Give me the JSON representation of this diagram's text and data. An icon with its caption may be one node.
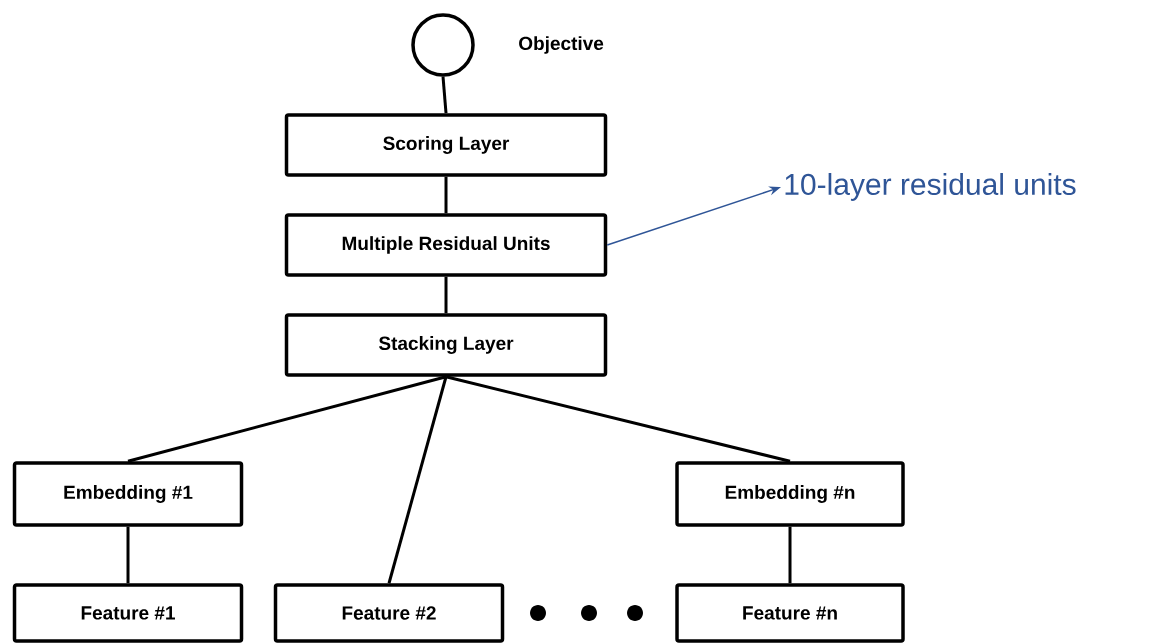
{
  "diagram": {
    "nodes": [
      {
        "text": [],
        "shape": "circle",
        "beside": [
          "Objective"
        ]
      },
      {
        "text": [
          "Scoring Layer"
        ]
      },
      {
        "text": [
          "Multiple Residual Units"
        ]
      },
      {
        "text": [
          "Stacking Layer"
        ]
      },
      {
        "text": [
          "Embedding #1"
        ]
      },
      {
        "text": [
          "Embedding #n"
        ]
      },
      {
        "text": [
          "Feature #1"
        ]
      },
      {
        "text": [
          "Feature #2"
        ]
      },
      {
        "text": [
          "Feature #n"
        ]
      },
      {
        "text": [
          "10-layer residual units"
        ]
      }
    ],
    "edges": [
      {
        "from": 0,
        "to": 1,
        "arrow": "none"
      },
      {
        "from": 1,
        "to": 2,
        "arrow": "none"
      },
      {
        "from": 2,
        "to": 3,
        "arrow": "none"
      },
      {
        "from": 3,
        "to": 4,
        "arrow": "none"
      },
      {
        "from": 3,
        "to": 7,
        "arrow": "none"
      },
      {
        "from": 3,
        "to": 5,
        "arrow": "none"
      },
      {
        "from": 4,
        "to": 6,
        "arrow": "none"
      },
      {
        "from": 5,
        "to": 8,
        "arrow": "none"
      },
      {
        "from": 2,
        "to": 9,
        "arrow": "to",
        "color": "#2f5597"
      }
    ]
  }
}
